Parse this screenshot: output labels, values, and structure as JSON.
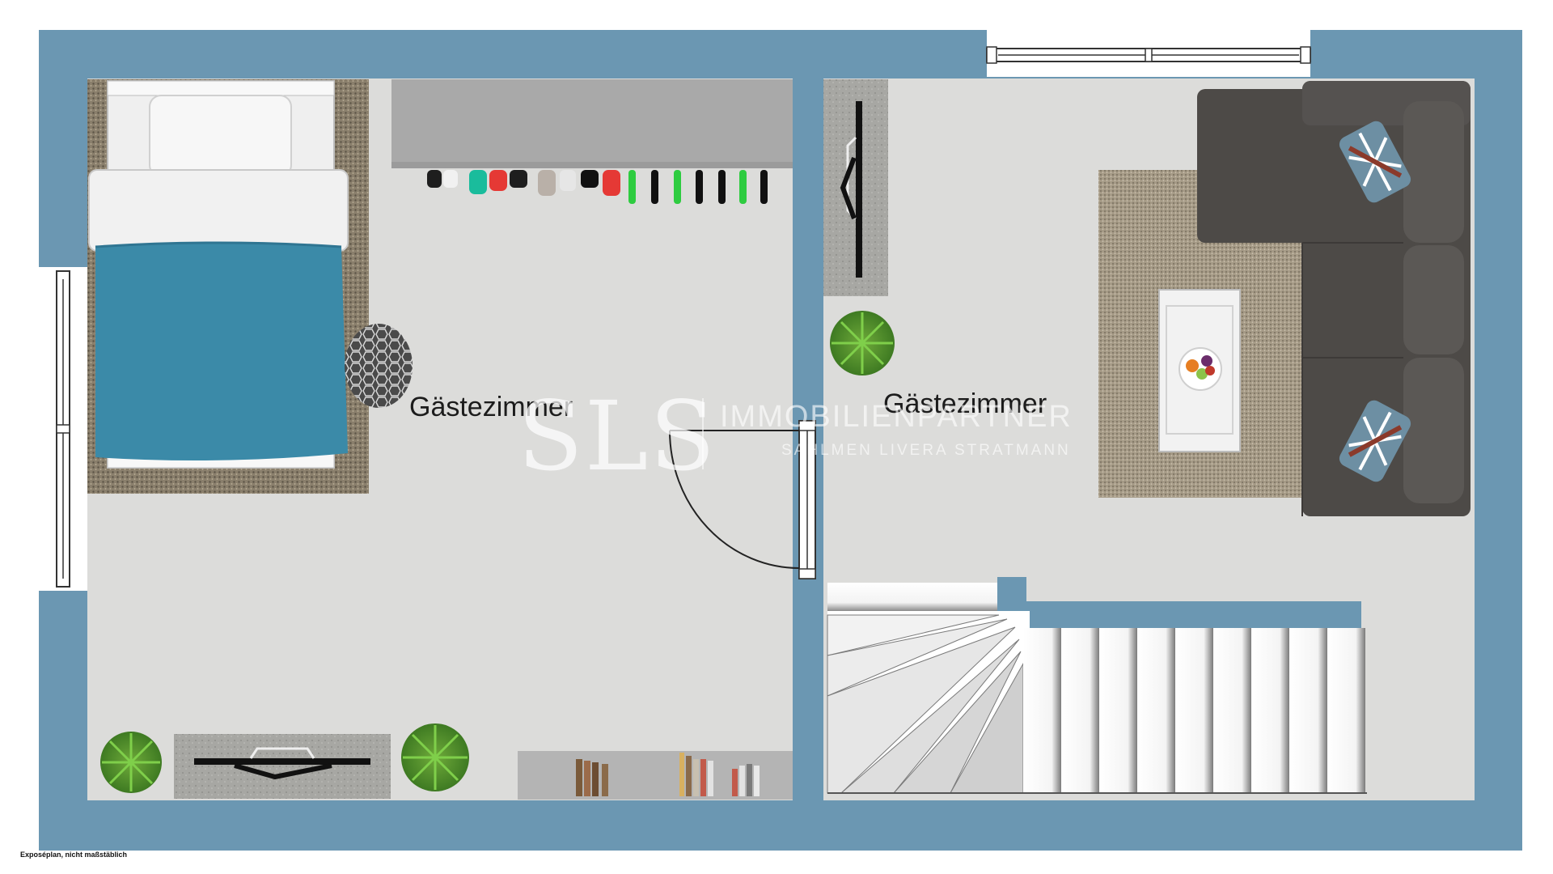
{
  "rooms": [
    {
      "label": "Gästezimmer"
    },
    {
      "label": "Gästezimmer"
    }
  ],
  "watermark": {
    "logo": "SLS",
    "line1": "IMMOBILIENPARTNER",
    "line2": "SAHLMEN LIVERA STRATMANN"
  },
  "footnote": "Exposéplan, nicht maßstäblich",
  "colors": {
    "wall": "#6b97b2",
    "floor": "#dcdcda",
    "bedspread": "#3b8aa8",
    "sofa": "#4d4a47",
    "rug": "#8c7f6a",
    "plant": "#4f8a2a"
  },
  "icons": [
    "bed-icon",
    "wardrobe-icon",
    "tv-icon",
    "plant-icon",
    "sofa-icon",
    "coffee-table-icon",
    "pouf-icon",
    "bookshelf-icon",
    "staircase-icon",
    "door-icon",
    "window-icon"
  ]
}
